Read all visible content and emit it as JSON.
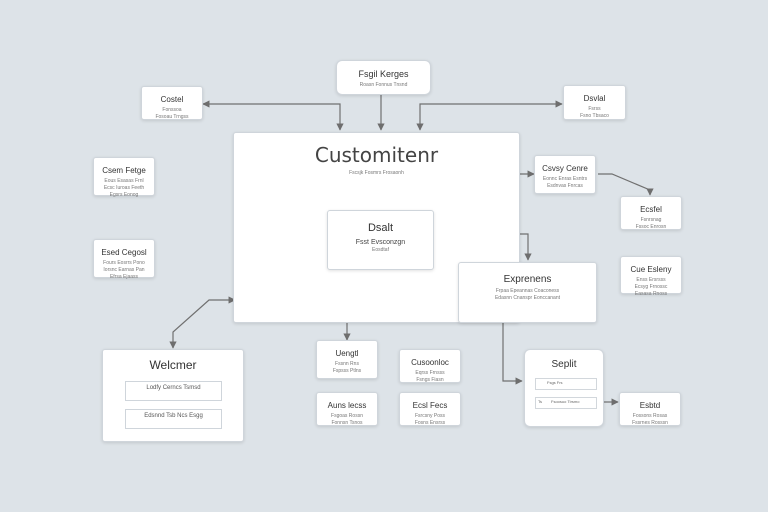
{
  "diagram": {
    "colors": {
      "background": "#dde3e8",
      "box": "#ffffff",
      "border": "#cfd5db",
      "connector": "#707070"
    },
    "main": {
      "title": "Customitenr",
      "subtitle": "Fscsjk Fosmrs Frosaonh"
    },
    "inner": {
      "title": "Dsalt",
      "subtitle": "Fsst Evsconzgn",
      "caption": "Eosdtaf"
    },
    "expenses": {
      "title": "Exprenens",
      "line1": "Frpaa Epeannas Coaconess",
      "line2": "Edasnn Cnanspr Eonccanant"
    },
    "top": {
      "title": "Fsgil Kerges",
      "subtitle": "Roasn Fonnus Tnsnd"
    },
    "top_left": {
      "title": "Costel",
      "line1": "Fonssoa",
      "line2": "Fosoau Trngss"
    },
    "top_right": {
      "title": "Dsvlal",
      "line1": "Fsrss",
      "line2": "Fsno Tbsaco"
    },
    "left1": {
      "title": "Csem Fetge",
      "line1": "Eous Esasas Frnl",
      "line2": "Ecsc Iuroas Feeth",
      "line3": "Egsrs Eonog"
    },
    "left2": {
      "title": "Esed Cegosl",
      "line1": "Fours Eosrrs Pono",
      "line2": "Iorsnc Earnas Pan",
      "line3": "Efrsa Ejaass"
    },
    "right1": {
      "title": "Csvsy Cenre",
      "line1": "Eonnc Enras Esntrs",
      "line2": "Esdnvas Fnrcas"
    },
    "right2": {
      "title": "Ecsfel",
      "line1": "Fsnrsnag",
      "line2": "Fssoc Enrosn"
    },
    "right3": {
      "title": "Cue Esleny",
      "line1": "Enss Ersrsss",
      "line2": "Ecsyg Frnossc",
      "line3": "Easasa Rnoss"
    },
    "welcome": {
      "title": "Welcmer",
      "item1": "Lodfy Cerncs Tsmsd",
      "item2": "Edsnnd Tsb Ncs Esgg"
    },
    "bottom1": {
      "title": "Uengtl",
      "line1": "Fssnn Rns",
      "line2": "Fspsss Ptlns"
    },
    "bottom2": {
      "title": "Cusoonloc",
      "line1": "Eqrss Frnsss",
      "line2": "Fsngs Fiasn"
    },
    "bottom3": {
      "title": "Auns lecss",
      "line1": "Fsgoas Rossn",
      "line2": "Fonnsn Tsnos"
    },
    "bottom4": {
      "title": "Ecsl Fecs",
      "line1": "Fsrcsny Poss",
      "line2": "Fosns Ensrss"
    },
    "split": {
      "title": "Seplit",
      "item1": "Fsgs Frs",
      "item2": "Fsoosuo Tirsmo",
      "marker": "Ts"
    },
    "right4": {
      "title": "Esbtd",
      "line1": "Fossons Rosas",
      "line2": "Fssrnes Rosssn"
    }
  }
}
